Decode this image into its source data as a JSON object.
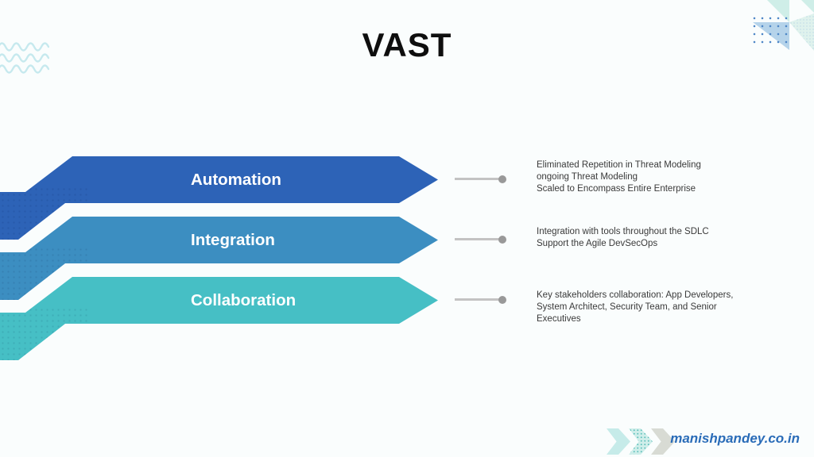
{
  "title": "VAST",
  "rows": [
    {
      "label": "Automation",
      "description": "Eliminated Repetition in Threat Modeling\nongoing Threat Modeling\nScaled to Encompass Entire Enterprise",
      "color": "#2d63b7"
    },
    {
      "label": "Integration",
      "description": "Integration with tools throughout the SDLC\nSupport the Agile DevSecOps",
      "color": "#3c8ec1"
    },
    {
      "label": "Collaboration",
      "description": "Key stakeholders collaboration: App Developers,\nSystem Architect, Security Team, and Senior\nExecutives",
      "color": "#46bfc5"
    }
  ],
  "footer": {
    "website": "manishpandey.co.in"
  },
  "colors": {
    "background": "#fafdfd",
    "footer_link": "#2a6cb8",
    "connector": "#c3c3c3",
    "connector_dot": "#999999",
    "wave": "#c6e9ee",
    "mint_triangle": "#cfeee8",
    "blue_triangle": "#b5d3ea",
    "pale_triangle": "#dff2ed"
  }
}
